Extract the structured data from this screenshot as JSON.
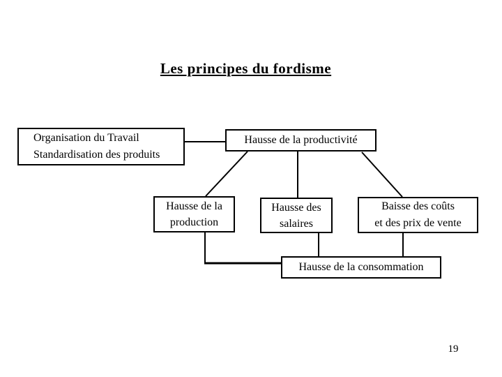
{
  "page": {
    "title": "Les principes du fordisme",
    "page_number": "19",
    "colors": {
      "background": "#ffffff",
      "ink": "#000000"
    }
  },
  "diagram": {
    "nodes": {
      "organisation": {
        "line1": "Organisation du Travail",
        "line2": "Standardisation des produits"
      },
      "productivite": {
        "line1": "Hausse de la productivité"
      },
      "production": {
        "line1": "Hausse de la",
        "line2": "production"
      },
      "salaires": {
        "line1": "Hausse des",
        "line2": "salaires"
      },
      "couts": {
        "line1": "Baisse des coûts",
        "line2": "et des prix de vente"
      },
      "consommation": {
        "line1": "Hausse de la consommation"
      }
    },
    "edges": [
      {
        "from": "organisation",
        "to": "productivite"
      },
      {
        "from": "productivite",
        "to": "production"
      },
      {
        "from": "productivite",
        "to": "salaires"
      },
      {
        "from": "productivite",
        "to": "couts"
      },
      {
        "from": "production",
        "to": "consommation"
      },
      {
        "from": "salaires",
        "to": "consommation"
      },
      {
        "from": "couts",
        "to": "consommation"
      }
    ]
  }
}
